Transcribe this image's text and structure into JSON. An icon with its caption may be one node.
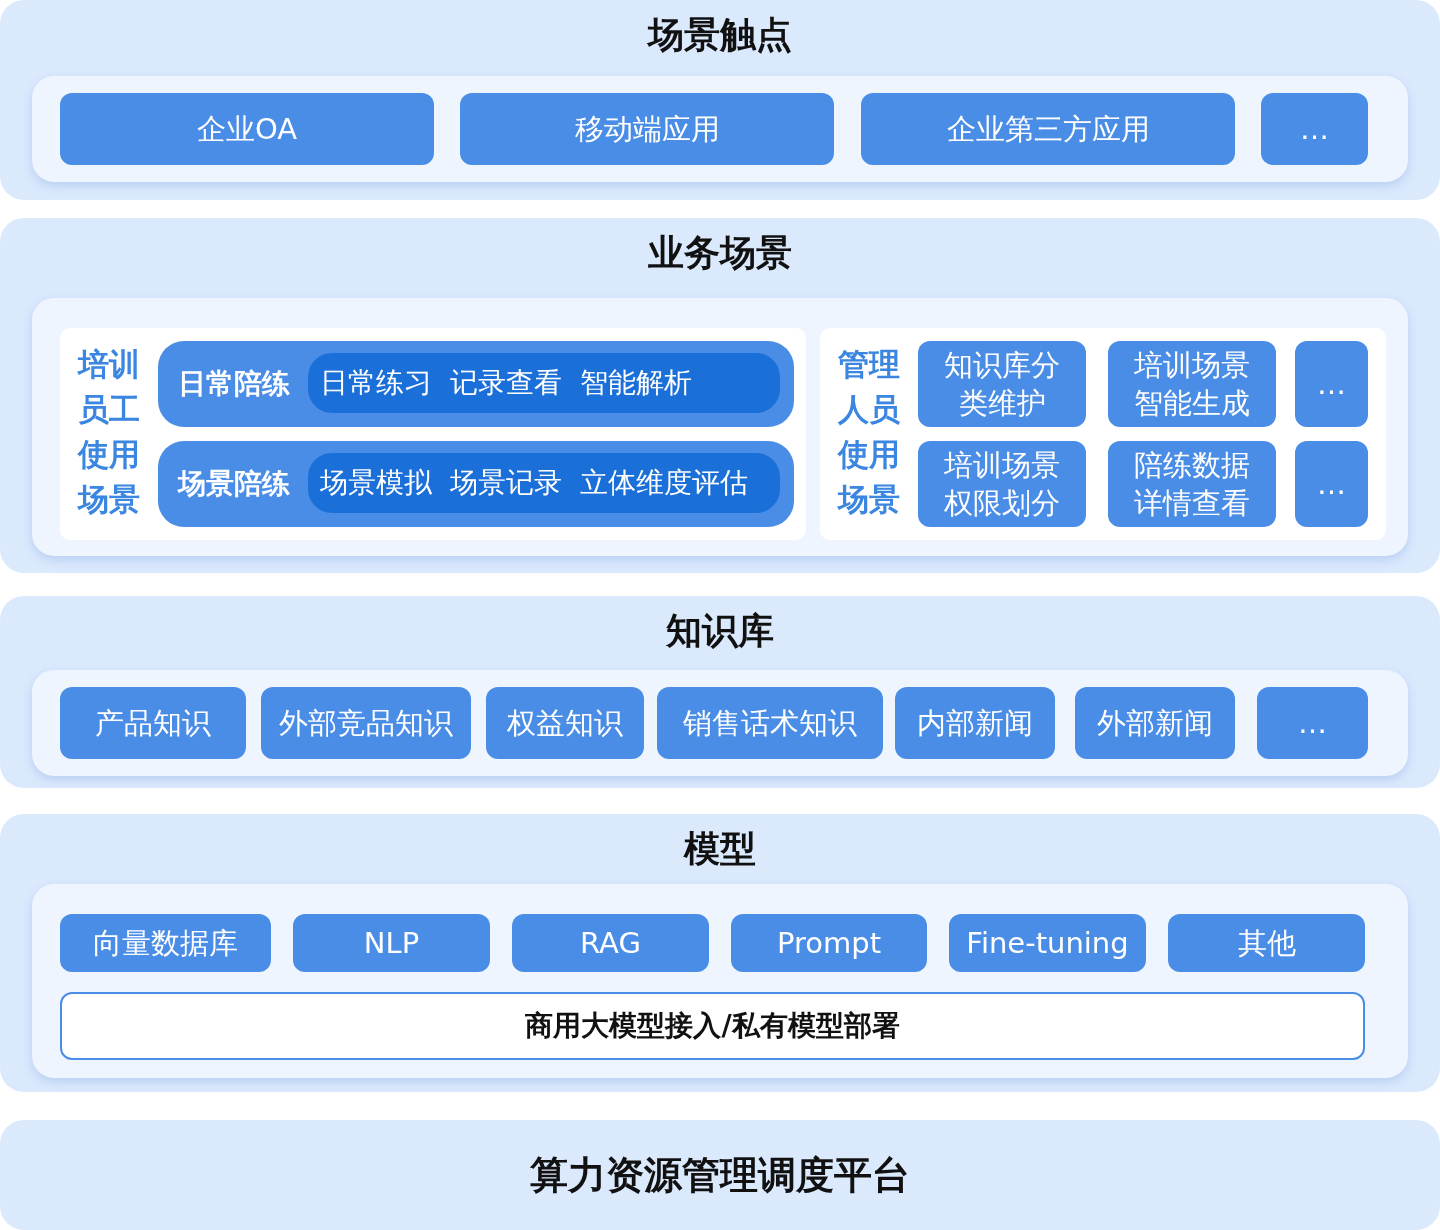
{
  "diagram": {
    "nodes": [
      {
        "text": [
          "场景触点"
        ]
      },
      {
        "text": [
          "企业OA"
        ],
        "in": 0
      },
      {
        "text": [
          "移动端应用"
        ],
        "in": 0
      },
      {
        "text": [
          "企业第三方应用"
        ],
        "in": 0
      },
      {
        "text": [
          "…"
        ],
        "in": 0
      },
      {
        "text": [
          "业务场景"
        ]
      },
      {
        "text": [
          "培训员工使用场景"
        ],
        "in": 5
      },
      {
        "text": [
          "日常陪练"
        ],
        "in": 6
      },
      {
        "text": [
          "日常练习",
          "记录查看",
          "智能解析"
        ],
        "in": 7
      },
      {
        "text": [
          "场景陪练"
        ],
        "in": 6
      },
      {
        "text": [
          "场景模拟",
          "场景记录",
          "立体维度评估"
        ],
        "in": 9
      },
      {
        "text": [
          "管理人员使用场景"
        ],
        "in": 5
      },
      {
        "text": [
          "知识库分类维护"
        ],
        "in": 11
      },
      {
        "text": [
          "培训场景智能生成"
        ],
        "in": 11
      },
      {
        "text": [
          "…"
        ],
        "in": 11
      },
      {
        "text": [
          "培训场景权限划分"
        ],
        "in": 11
      },
      {
        "text": [
          "陪练数据详情查看"
        ],
        "in": 11
      },
      {
        "text": [
          "…"
        ],
        "in": 11
      },
      {
        "text": [
          "知识库"
        ]
      },
      {
        "text": [
          "产品知识"
        ],
        "in": 18
      },
      {
        "text": [
          "外部竞品知识"
        ],
        "in": 18
      },
      {
        "text": [
          "权益知识"
        ],
        "in": 18
      },
      {
        "text": [
          "销售话术知识"
        ],
        "in": 18
      },
      {
        "text": [
          "内部新闻"
        ],
        "in": 18
      },
      {
        "text": [
          "外部新闻"
        ],
        "in": 18
      },
      {
        "text": [
          "…"
        ],
        "in": 18
      },
      {
        "text": [
          "模型"
        ]
      },
      {
        "text": [
          "向量数据库"
        ],
        "in": 26
      },
      {
        "text": [
          "NLP"
        ],
        "in": 26
      },
      {
        "text": [
          "RAG"
        ],
        "in": 26
      },
      {
        "text": [
          "Prompt"
        ],
        "in": 26
      },
      {
        "text": [
          "Fine-tuning"
        ],
        "in": 26
      },
      {
        "text": [
          "其他"
        ],
        "in": 26
      },
      {
        "text": [
          "商用大模型接入/私有模型部署"
        ],
        "in": 26
      },
      {
        "text": [
          "算力资源管理调度平台"
        ]
      }
    ],
    "edges": []
  }
}
